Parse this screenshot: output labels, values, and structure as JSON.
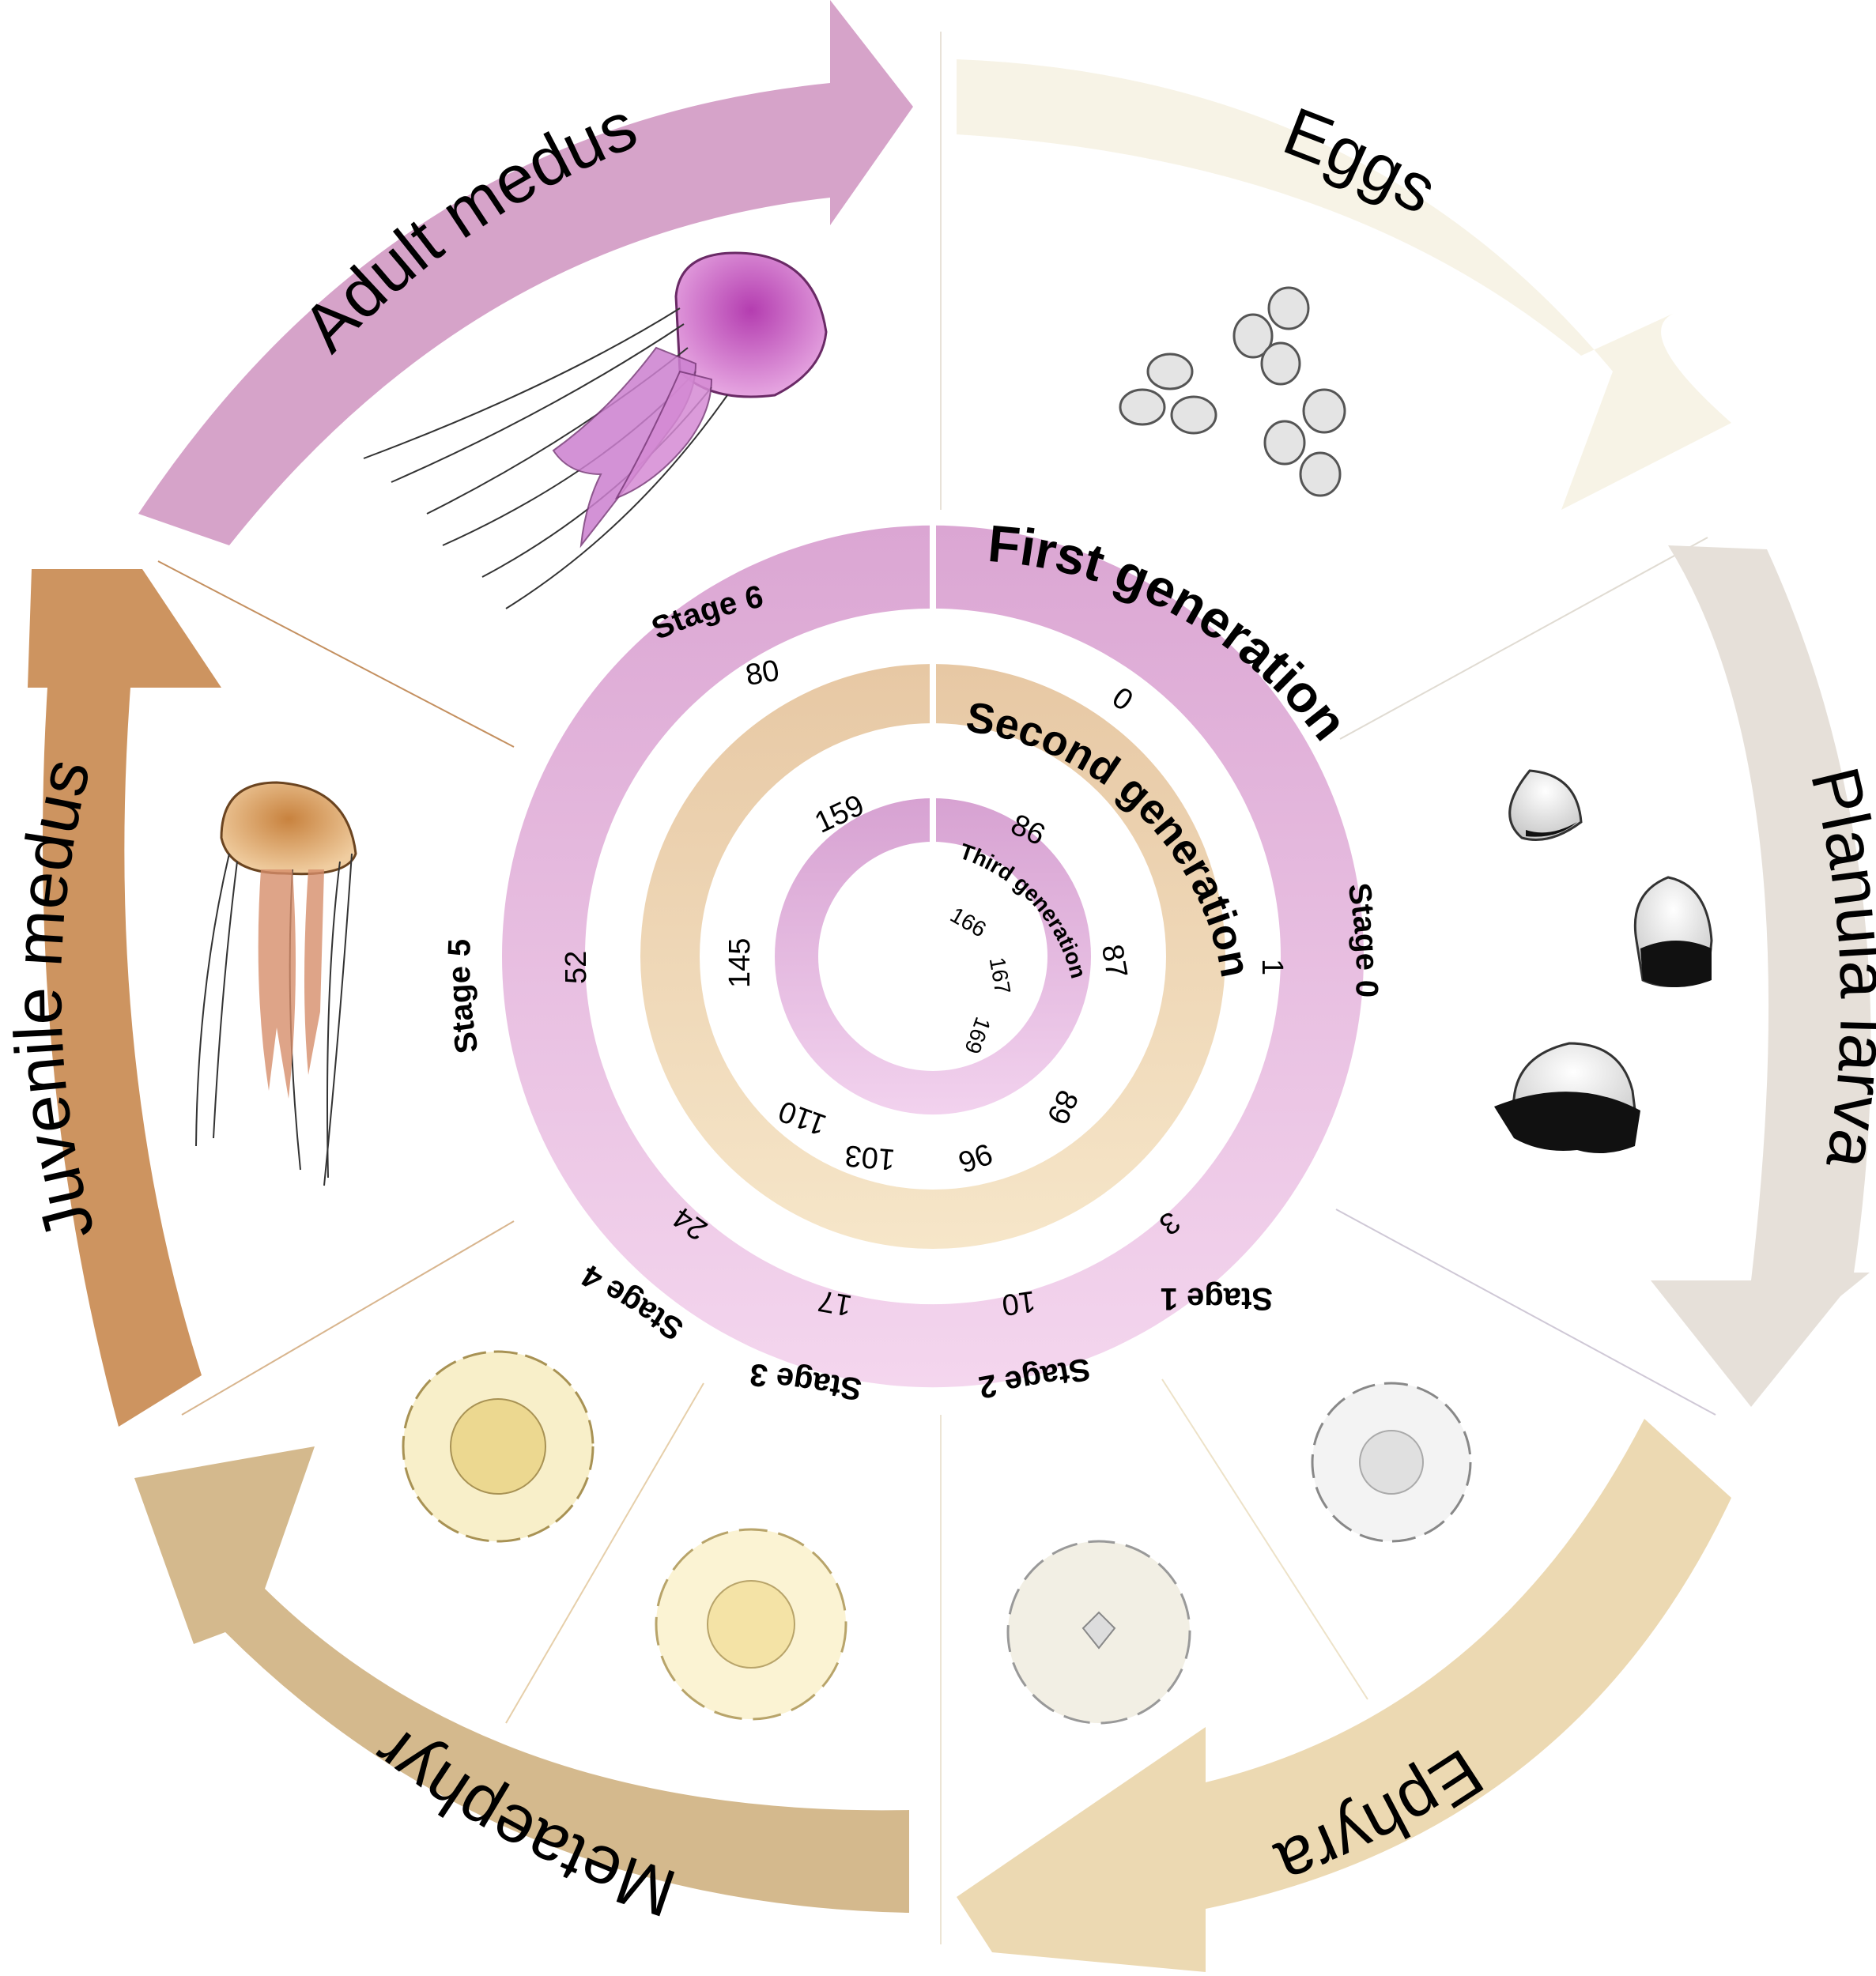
{
  "cycle": {
    "phases": [
      {
        "key": "eggs",
        "label": "Eggs",
        "color": "#f7f3e6"
      },
      {
        "key": "planula",
        "label": "Planula larva",
        "color": "#e6e0d9"
      },
      {
        "key": "ephyra",
        "label": "Ephyra",
        "color": "#ecd9b2"
      },
      {
        "key": "metaephyra",
        "label": "Metaephyra",
        "color": "#d4b98d"
      },
      {
        "key": "juvenile",
        "label": "Juvenile medusa",
        "color": "#cd9460"
      },
      {
        "key": "adult",
        "label": "Adult medusa",
        "color": "#d6a3c9"
      }
    ]
  },
  "generations": {
    "first": {
      "label": "First generation",
      "color": "#e9b4dc",
      "stages": [
        "Stage 0",
        "Stage 1",
        "Stage 2",
        "Stage 3",
        "Stage 4",
        "Stage 5",
        "Stage 6"
      ],
      "days": [
        "0",
        "1",
        "3",
        "10",
        "17",
        "24",
        "52",
        "80"
      ]
    },
    "second": {
      "label": "Second generation",
      "color": "#ecd2ad",
      "days": [
        "86",
        "87",
        "89",
        "96",
        "103",
        "110",
        "145",
        "159"
      ]
    },
    "third": {
      "label": "Third generation",
      "color": "#dcaedb",
      "days": [
        "166",
        "167",
        "169"
      ]
    }
  }
}
